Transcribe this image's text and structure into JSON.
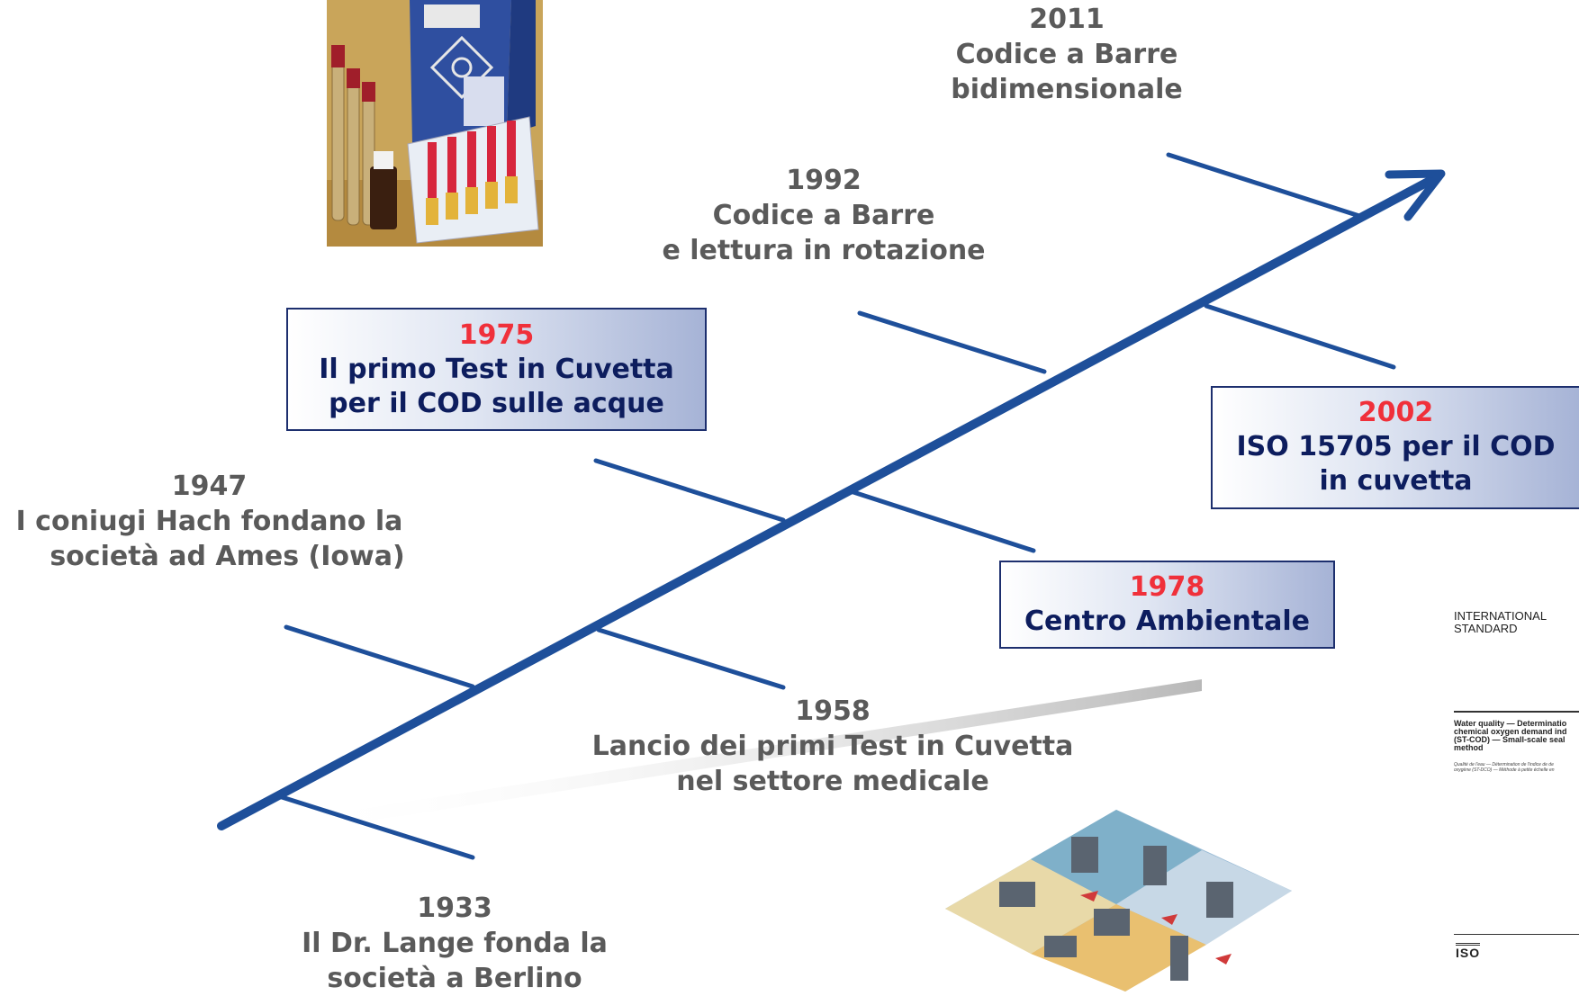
{
  "milestones": [
    {
      "id": "m2011",
      "year": "2011",
      "lines": [
        "Codice a Barre",
        "bidimensionale"
      ]
    },
    {
      "id": "m1992",
      "year": "1992",
      "lines": [
        "Codice a Barre",
        "e lettura in rotazione"
      ]
    },
    {
      "id": "m1975",
      "year": "1975",
      "lines": [
        "Il primo Test in Cuvetta",
        "per il COD sulle acque"
      ],
      "highlight": true
    },
    {
      "id": "m2002",
      "year": "2002",
      "lines": [
        "ISO 15705 per il COD",
        "in cuvetta"
      ],
      "highlight": true
    },
    {
      "id": "m1947",
      "year": "1947",
      "lines": [
        "I coniugi Hach fondano la",
        "società ad Ames (Iowa)"
      ]
    },
    {
      "id": "m1978",
      "year": "1978",
      "lines": [
        "Centro Ambientale"
      ],
      "highlight": true
    },
    {
      "id": "m1958",
      "year": "1958",
      "lines": [
        "Lancio dei primi Test in Cuvetta",
        "nel settore medicale"
      ]
    },
    {
      "id": "m1933",
      "year": "1933",
      "lines": [
        "Il Dr. Lange fonda la",
        "società a Berlino"
      ]
    }
  ],
  "iso_document": {
    "header": "INTERNATIONAL\nSTANDARD",
    "title": "Water quality — Determinatio\nchemical oxygen demand ind\n(ST-COD) — Small-scale seal\nmethod",
    "subtitle": "Qualité de l'eau — Détermination de l'indice de de\noxygène (ST-DCO) — Méthode à petite échelle en",
    "logo": "ISO"
  },
  "colors": {
    "timeline": "#1e4f9a",
    "year_highlight": "#f0303a",
    "label_text": "#5a5a5a",
    "box_text": "#0d1d5e",
    "box_border": "#1d2f6e"
  }
}
